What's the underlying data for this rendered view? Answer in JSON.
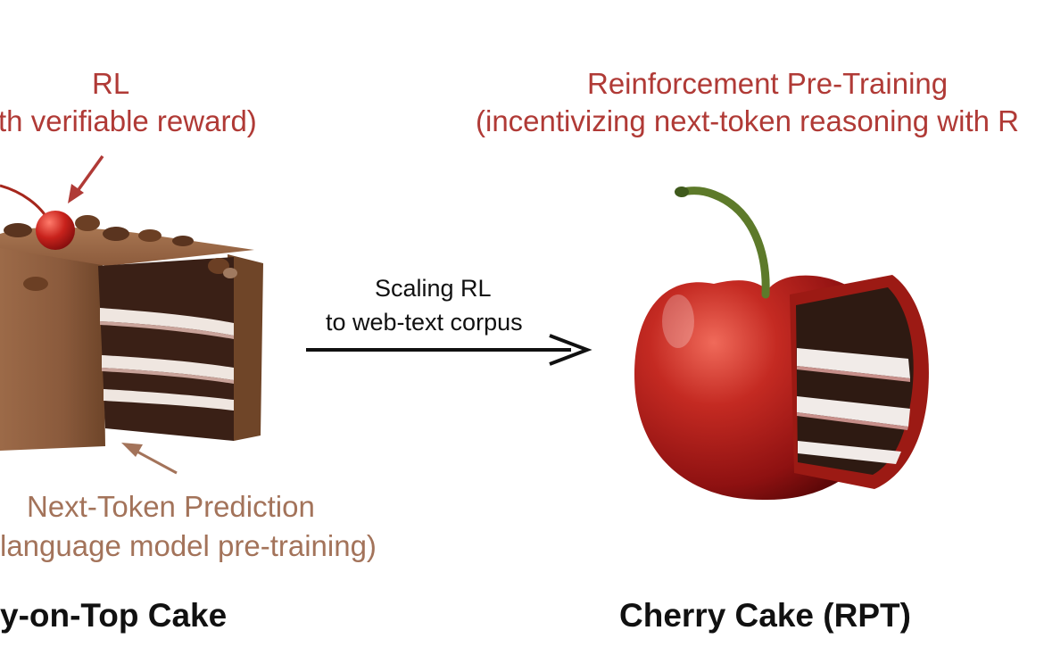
{
  "left_panel": {
    "top_label_line1": "RL",
    "top_label_line2": "th verifiable reward)",
    "bottom_label_line1": "Next-Token Prediction",
    "bottom_label_line2": "language model pre-training)",
    "caption": "y-on-Top Cake"
  },
  "middle": {
    "arrow_label_line1": "Scaling RL",
    "arrow_label_line2": "to web-text corpus"
  },
  "right_panel": {
    "top_label_line1": "Reinforcement Pre-Training",
    "top_label_line2": "(incentivizing next-token reasoning with R",
    "caption": "Cherry Cake (RPT)"
  },
  "colors": {
    "rl_label": "#b03a36",
    "ntp_label": "#a3735a",
    "caption": "#111111",
    "cake_chocolate": "#8a5a3c",
    "cherry_red": "#b81c1c"
  }
}
